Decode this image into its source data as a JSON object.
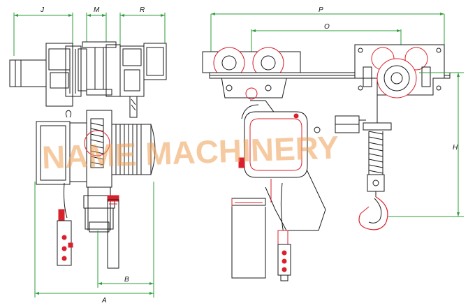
{
  "watermark": {
    "text": "NAME MACHINERY",
    "color": "#f0a056"
  },
  "colors": {
    "line": "#1a1a1a",
    "dimension": "#2e9e3a",
    "accent": "#d9212b",
    "body": "#ffffff"
  },
  "dimensions": {
    "J": "J",
    "M": "M",
    "R": "R",
    "A": "A",
    "B": "B",
    "P": "P",
    "O": "O",
    "H": "H"
  },
  "views": [
    {
      "name": "side-view",
      "description_label": ""
    },
    {
      "name": "front-view",
      "description_label": ""
    }
  ]
}
